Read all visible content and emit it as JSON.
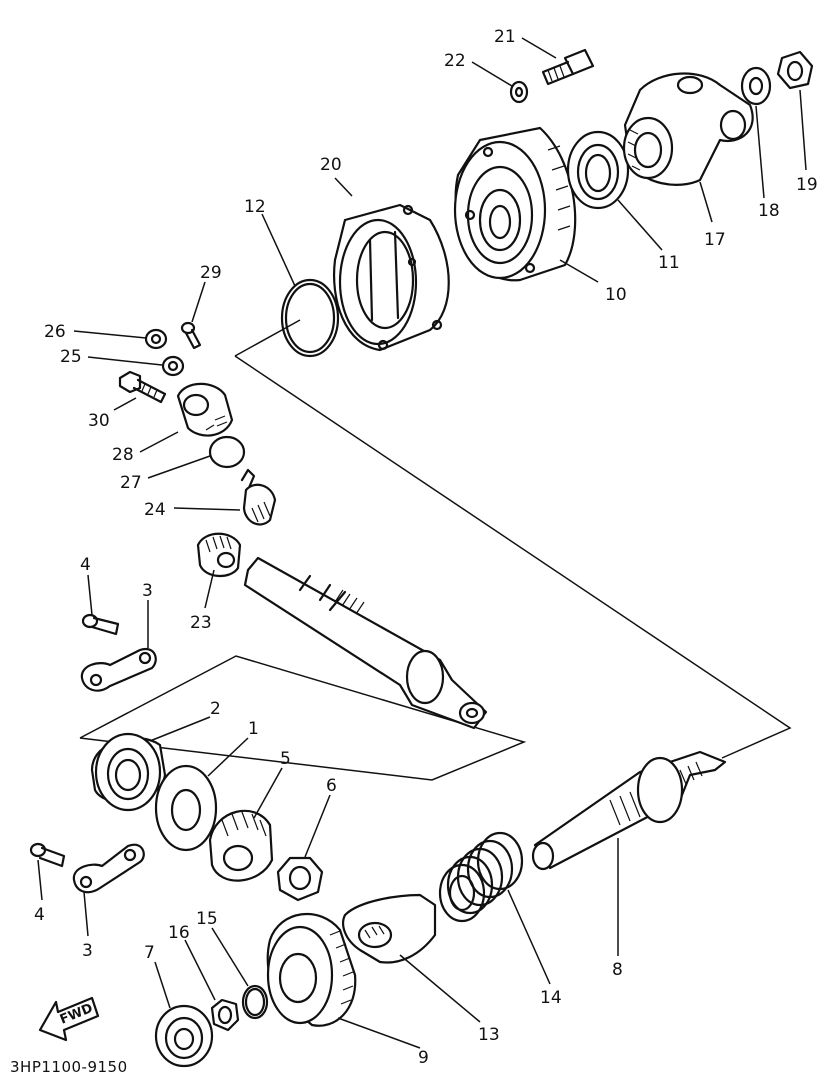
{
  "diagram": {
    "drawing_code": "3HP1100-9150",
    "fwd_label": "FWD",
    "callouts": {
      "c1": "1",
      "c2": "2",
      "c3a": "3",
      "c3b": "3",
      "c4a": "4",
      "c4b": "4",
      "c5": "5",
      "c6": "6",
      "c7": "7",
      "c8": "8",
      "c9": "9",
      "c10": "10",
      "c11": "11",
      "c12": "12",
      "c13": "13",
      "c14": "14",
      "c15": "15",
      "c16": "16",
      "c17": "17",
      "c18": "18",
      "c19": "19",
      "c20": "20",
      "c21": "21",
      "c22": "22",
      "c23": "23",
      "c24": "24",
      "c25": "25",
      "c26": "26",
      "c27": "27",
      "c28": "28",
      "c29": "29",
      "c30": "30"
    }
  }
}
